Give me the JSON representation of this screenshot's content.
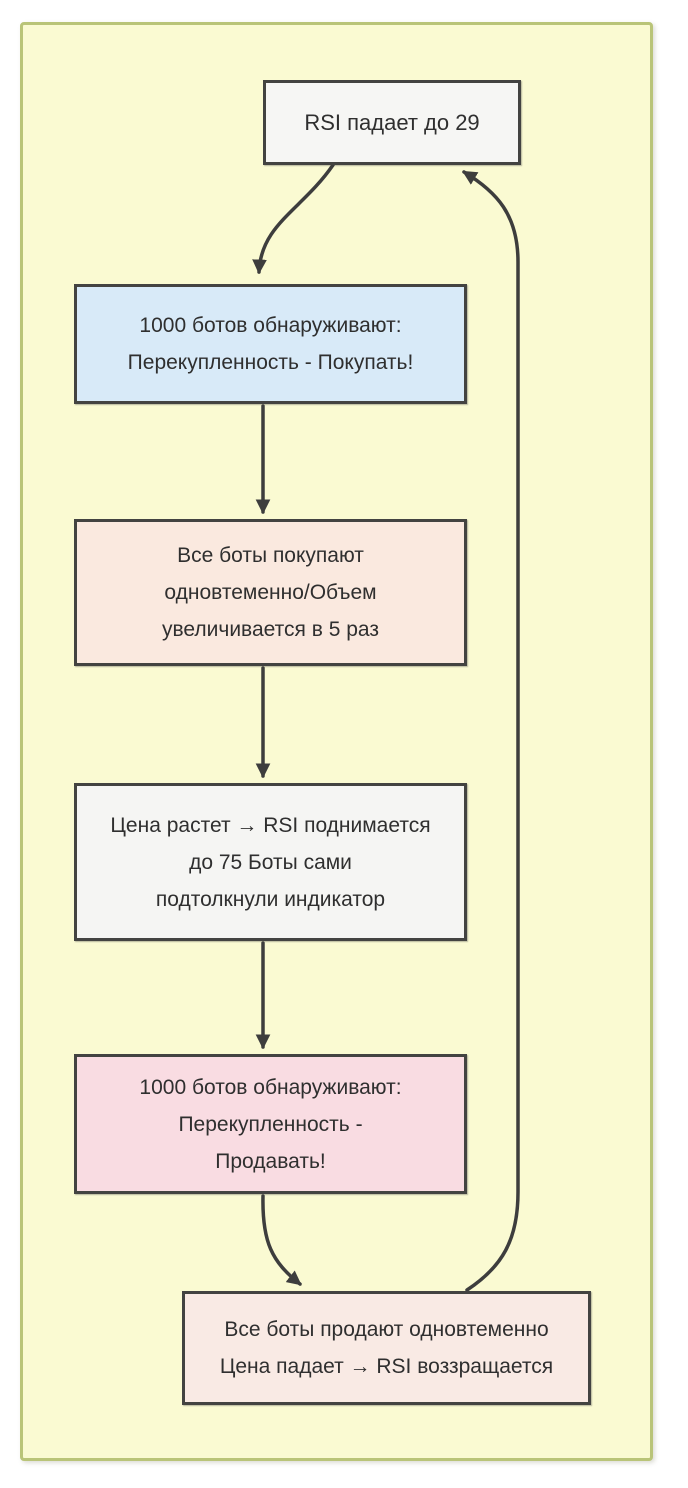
{
  "diagram": {
    "type": "flowchart",
    "language": "ru",
    "topic": "RSI bot feedback loop"
  },
  "colors": {
    "page_background": "#ffffff",
    "panel_fill": "#fafad2",
    "panel_border": "#b9c478",
    "node_border": "#434341",
    "arrow": "#3d3d3d",
    "text": "#2f2f2f"
  },
  "nodes": [
    {
      "id": "n1",
      "fill": "#f6f6f4",
      "border": "#434341",
      "lines": [
        "RSI падает до 29"
      ]
    },
    {
      "id": "n2",
      "fill": "#d8eaf8",
      "border": "#434341",
      "lines": [
        "1000 ботов обнаруживают:",
        "Перекупленность - Покупать!"
      ]
    },
    {
      "id": "n3",
      "fill": "#fae9df",
      "border": "#434341",
      "lines": [
        "Все боты покупают",
        "одновтеменно/Объем",
        "увеличивается в 5 раз"
      ]
    },
    {
      "id": "n4",
      "fill": "#f5f5f3",
      "border": "#434341",
      "lines": [
        "Цена растет → RSI поднимается",
        "до 75 Боты сами",
        "подтолкнули индикатор"
      ]
    },
    {
      "id": "n5",
      "fill": "#f9dce2",
      "border": "#434341",
      "lines": [
        "1000 ботов обнаруживают:",
        "Перекупленность -",
        "Продавать!"
      ]
    },
    {
      "id": "n6",
      "fill": "#f9eae4",
      "border": "#434341",
      "lines": [
        "Все боты продают одновтеменно",
        "Цена падает → RSI воззращается"
      ]
    }
  ],
  "edges": [
    {
      "from": "n1",
      "to": "n2"
    },
    {
      "from": "n2",
      "to": "n3"
    },
    {
      "from": "n3",
      "to": "n4"
    },
    {
      "from": "n4",
      "to": "n5"
    },
    {
      "from": "n5",
      "to": "n6"
    },
    {
      "from": "n6",
      "to": "n1",
      "note": "feedback loop on right side"
    }
  ]
}
